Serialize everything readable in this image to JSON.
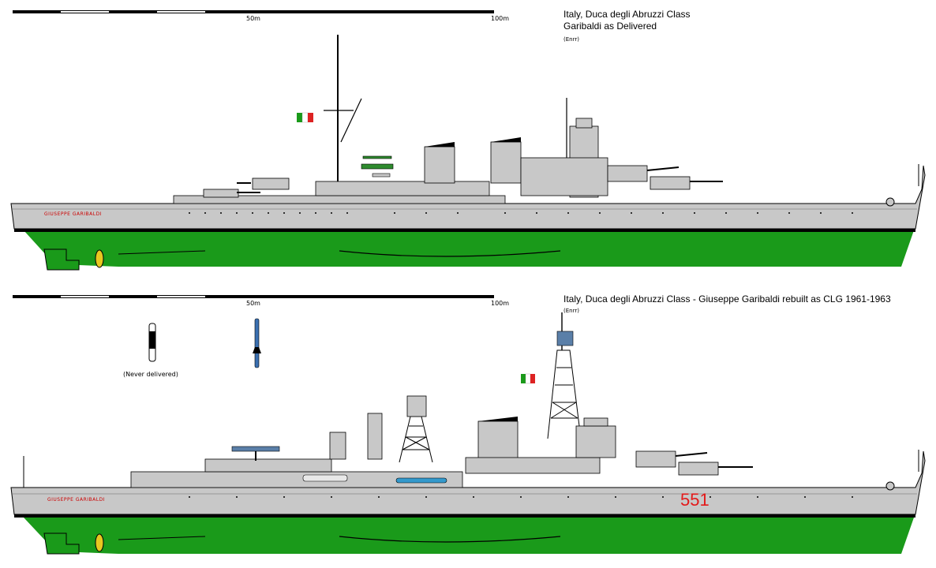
{
  "top": {
    "scale_label_mid": "50m",
    "scale_label_end": "100m",
    "title_line1": "Italy, Duca degli Abruzzi Class",
    "title_line2": "Garibaldi as Delivered",
    "credit": "(Enrr)",
    "ship_name": "GIUSEPPE GARIBALDI"
  },
  "bottom": {
    "scale_label_mid": "50m",
    "scale_label_end": "100m",
    "title_line1": "Italy, Duca degli Abruzzi Class - Giuseppe Garibaldi rebuilt as CLG 1961-1963",
    "credit": "(Enrr)",
    "ship_name": "GIUSEPPE GARIBALDI",
    "hull_number": "551",
    "missile_note": "(Never delivered)"
  },
  "colors": {
    "hull_gray": "#c8c8c8",
    "underwater_green": "#1a9a1a",
    "boot_top_black": "#000000",
    "flag_green": "#1a9a1a",
    "flag_red": "#dd2222",
    "boat_blue": "#3399cc"
  }
}
